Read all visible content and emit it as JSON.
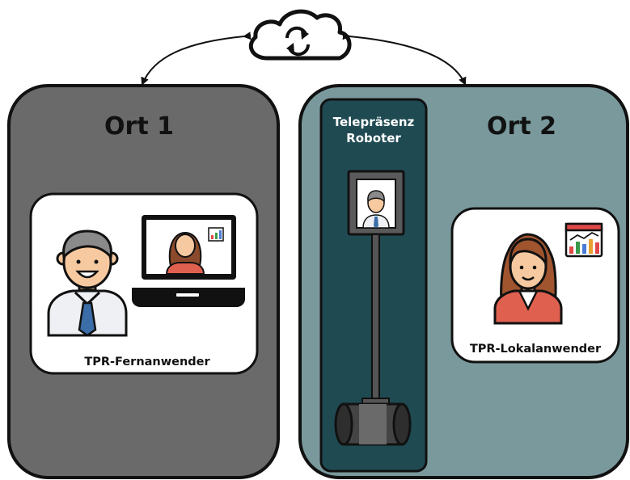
{
  "location1": {
    "title": "Ort 1",
    "user_label": "TPR-Fernanwender"
  },
  "location2": {
    "title": "Ort 2",
    "user_label": "TPR-Lokalanwender"
  },
  "robot": {
    "title_line1": "Telepräsenz",
    "title_line2": "Roboter"
  },
  "icons": {
    "cloud": "cloud-sync-icon",
    "arrows": "bidirectional-arrow"
  },
  "colors": {
    "location1_bg": "#6a6a6a",
    "location2_bg": "#7a999c",
    "robot_panel_bg": "#1f4a52",
    "outline": "#111111"
  }
}
